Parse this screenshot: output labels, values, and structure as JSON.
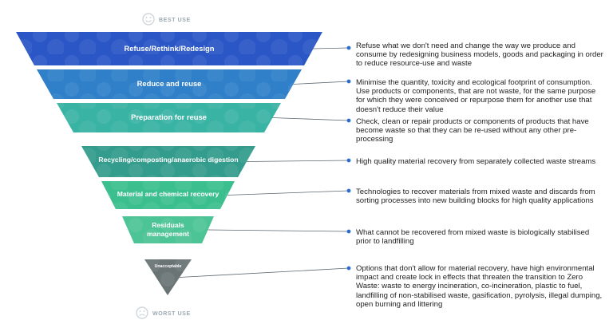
{
  "header": {
    "label": "BEST USE",
    "icon": "smiley-face-icon"
  },
  "footer": {
    "label": "WORST USE",
    "icon": "sad-face-icon"
  },
  "tiers": [
    {
      "label": "Refuse/Rethink/Redesign",
      "color": "#2a56c6",
      "description": "Refuse what we don't need and change the way we produce and consume by redesigning business models, goods and packaging in order to reduce resource-use and waste"
    },
    {
      "label": "Reduce and reuse",
      "color": "#2f7fc9",
      "description": "Minimise the quantity, toxicity and ecological footprint of consumption. Use products or components, that are not waste, for the same purpose for which they were conceived or repurpose them for another use that doesn't reduce their value"
    },
    {
      "label": "Preparation for reuse",
      "color": "#39b3a4",
      "description": "Check, clean or repair products or components of products that have become waste so that they can be re-used without any other pre-processing"
    },
    {
      "label": "Recycling/composting/anaerobic digestion",
      "color": "#349c8c",
      "description": "High quality material recovery from separately collected waste streams"
    },
    {
      "label": "Material and chemical recovery",
      "color": "#3cbf8f",
      "description": "Technologies to recover materials from mixed waste and discards from sorting processes into new building blocks for high quality applications"
    },
    {
      "label": "Residuals management",
      "color": "#4cc495",
      "description": "What cannot be recovered from mixed waste is biologically stabilised prior to landfilling"
    },
    {
      "label": "Unacceptable",
      "color": "#6a7474",
      "description": "Options that don't allow for material recovery, have high environmental impact and create lock in effects that threaten the transition to Zero Waste: waste to energy incineration, co-incineration, plastic to fuel, landfilling of non-stabilised waste, gasification, pyrolysis, illegal dumping, open burning and littering"
    }
  ],
  "connector_color": "#5a6670",
  "dot_color": "#2a6fd0"
}
